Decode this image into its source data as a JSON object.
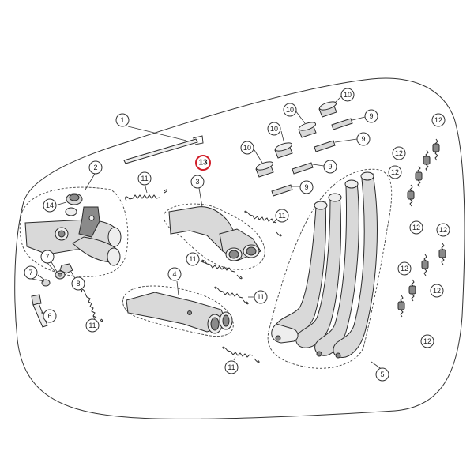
{
  "diagram": {
    "highlight_color": "#d11f2a",
    "callouts": {
      "c1": "1",
      "c2": "2",
      "c3": "3",
      "c4": "4",
      "c5": "5",
      "c6": "6",
      "c7a": "7",
      "c7b": "7",
      "c8": "8",
      "c9a": "9",
      "c9b": "9",
      "c9c": "9",
      "c9d": "9",
      "c10a": "10",
      "c10b": "10",
      "c10c": "10",
      "c10d": "10",
      "c11a": "11",
      "c11b": "11",
      "c11c": "11",
      "c11d": "11",
      "c11e": "11",
      "c11f": "11",
      "c12a": "12",
      "c12b": "12",
      "c12c": "12",
      "c12d": "12",
      "c12e": "12",
      "c12f": "12",
      "c12g": "12",
      "c12h": "12",
      "c13": "13",
      "c14": "14"
    }
  }
}
